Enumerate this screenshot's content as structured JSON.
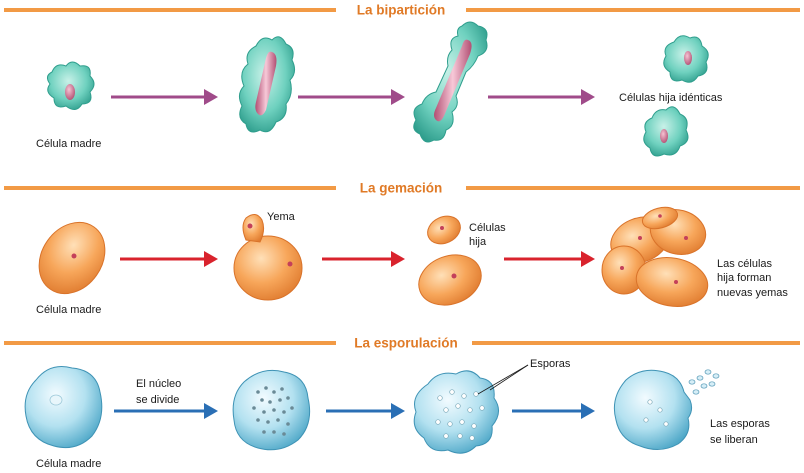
{
  "sections": [
    {
      "title": "La bipartición",
      "labels": {
        "mother": "Célula madre",
        "daughters": "Células hija idénticas"
      }
    },
    {
      "title": "La gemación",
      "labels": {
        "mother": "Célula madre",
        "bud": "Yema",
        "daughters_line1": "Células",
        "daughters_line2": "hija",
        "colony_line1": "Las células",
        "colony_line2": "hija forman",
        "colony_line3": "nuevas yemas"
      }
    },
    {
      "title": "La esporulación",
      "labels": {
        "mother": "Célula madre",
        "nucleus_line1": "El núcleo",
        "nucleus_line2": "se divide",
        "spores": "Esporas",
        "release_line1": "Las esporas",
        "release_line2": "se liberan"
      }
    }
  ],
  "colors": {
    "header_bar": "#f29a45",
    "title": "#e07a26",
    "arrow_biparticion": "#a04b8a",
    "arrow_gemacion": "#d9232d",
    "arrow_esporulacion": "#2a6fb5",
    "teal_cell": "#54c3b0",
    "orange_cell": "#f5a050",
    "blue_cell": "#8fcfe6",
    "nucleus": "#c4607a"
  }
}
